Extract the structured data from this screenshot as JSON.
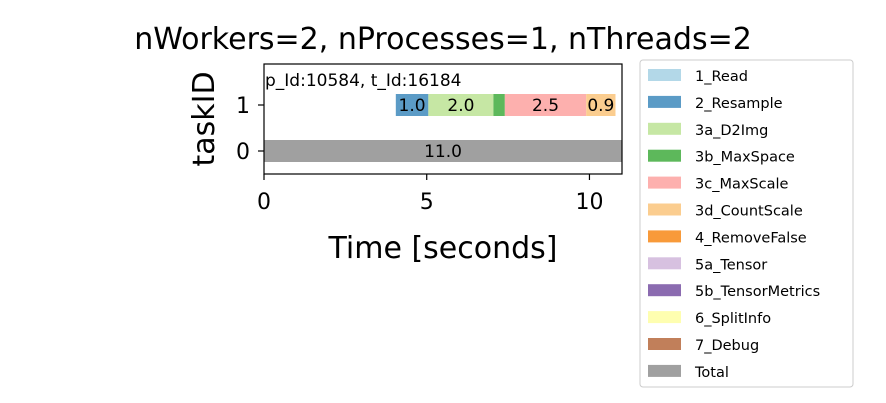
{
  "chart_data": {
    "type": "bar",
    "orientation": "horizontal",
    "title": "nWorkers=2, nProcesses=1, nThreads=2",
    "xlabel": "Time [seconds]",
    "ylabel": "taskID",
    "xlim": [
      0,
      11
    ],
    "xticks": [
      "0",
      "5",
      "10"
    ],
    "yticks": [
      "0",
      "1"
    ],
    "annotation": "p_Id:10584, t_Id:16184",
    "legend_position": "outside right",
    "legend": [
      {
        "name": "1_Read",
        "color": "#b3d8e8"
      },
      {
        "name": "2_Resample",
        "color": "#5b9bc6"
      },
      {
        "name": "3a_D2Img",
        "color": "#c6e7a4"
      },
      {
        "name": "3b_MaxSpace",
        "color": "#5db85b"
      },
      {
        "name": "3c_MaxScale",
        "color": "#fdb0ae"
      },
      {
        "name": "3d_CountScale",
        "color": "#fbcd8f"
      },
      {
        "name": "4_RemoveFalse",
        "color": "#f89a3a"
      },
      {
        "name": "5a_Tensor",
        "color": "#d7c1e0"
      },
      {
        "name": "5b_TensorMetrics",
        "color": "#8b6bb0"
      },
      {
        "name": "6_SplitInfo",
        "color": "#fefeb0"
      },
      {
        "name": "7_Debug",
        "color": "#c17f5a"
      },
      {
        "name": "Total",
        "color": "#a0a0a0"
      }
    ],
    "bars": [
      {
        "task": 1,
        "series": "2_Resample",
        "start": 4.05,
        "duration": 1.0,
        "label": "1.0"
      },
      {
        "task": 1,
        "series": "3a_D2Img",
        "start": 5.05,
        "duration": 2.0,
        "label": "2.0"
      },
      {
        "task": 1,
        "series": "3b_MaxSpace",
        "start": 7.05,
        "duration": 0.35,
        "label": ""
      },
      {
        "task": 1,
        "series": "3c_MaxScale",
        "start": 7.4,
        "duration": 2.5,
        "label": "2.5"
      },
      {
        "task": 1,
        "series": "3d_CountScale",
        "start": 9.9,
        "duration": 0.9,
        "label": "0.9"
      },
      {
        "task": 0,
        "series": "Total",
        "start": 0,
        "duration": 11.0,
        "label": "11.0"
      }
    ]
  }
}
